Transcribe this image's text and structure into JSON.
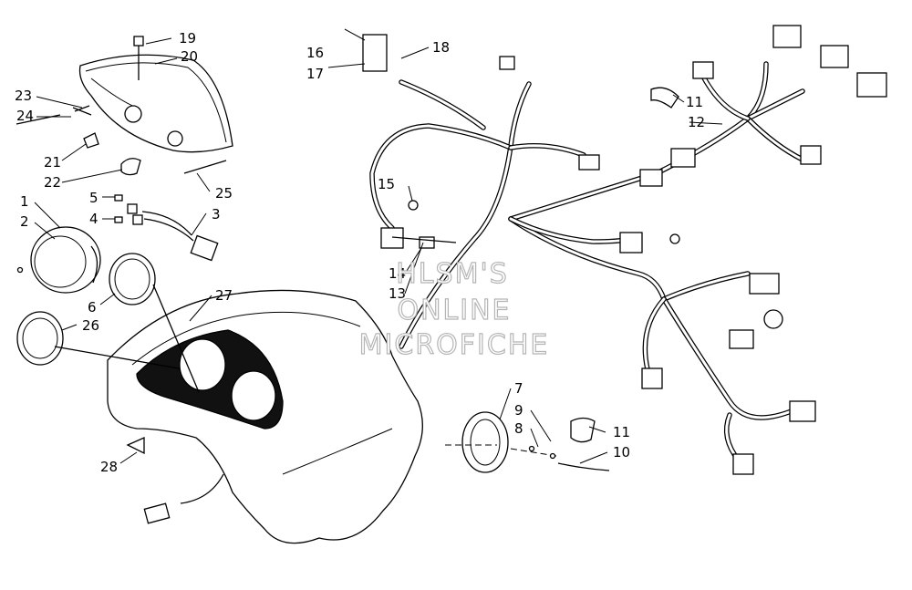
{
  "watermark": {
    "line1": "HLSM'S",
    "line2": "ONLINE",
    "line3": "MICROFICHE"
  },
  "callouts": {
    "c1": "1",
    "c2": "2",
    "c3": "3",
    "c4": "4",
    "c5": "5",
    "c6": "6",
    "c7": "7",
    "c8": "8",
    "c9": "9",
    "c10": "10",
    "c11a": "11",
    "c11b": "11",
    "c12": "12",
    "c13": "13",
    "c14": "14",
    "c15": "15",
    "c16": "16",
    "c17": "17",
    "c18": "18",
    "c19": "19",
    "c20": "20",
    "c21": "21",
    "c22": "22",
    "c23": "23",
    "c24": "24",
    "c25": "25",
    "c26": "26",
    "c27": "27",
    "c28": "28"
  }
}
